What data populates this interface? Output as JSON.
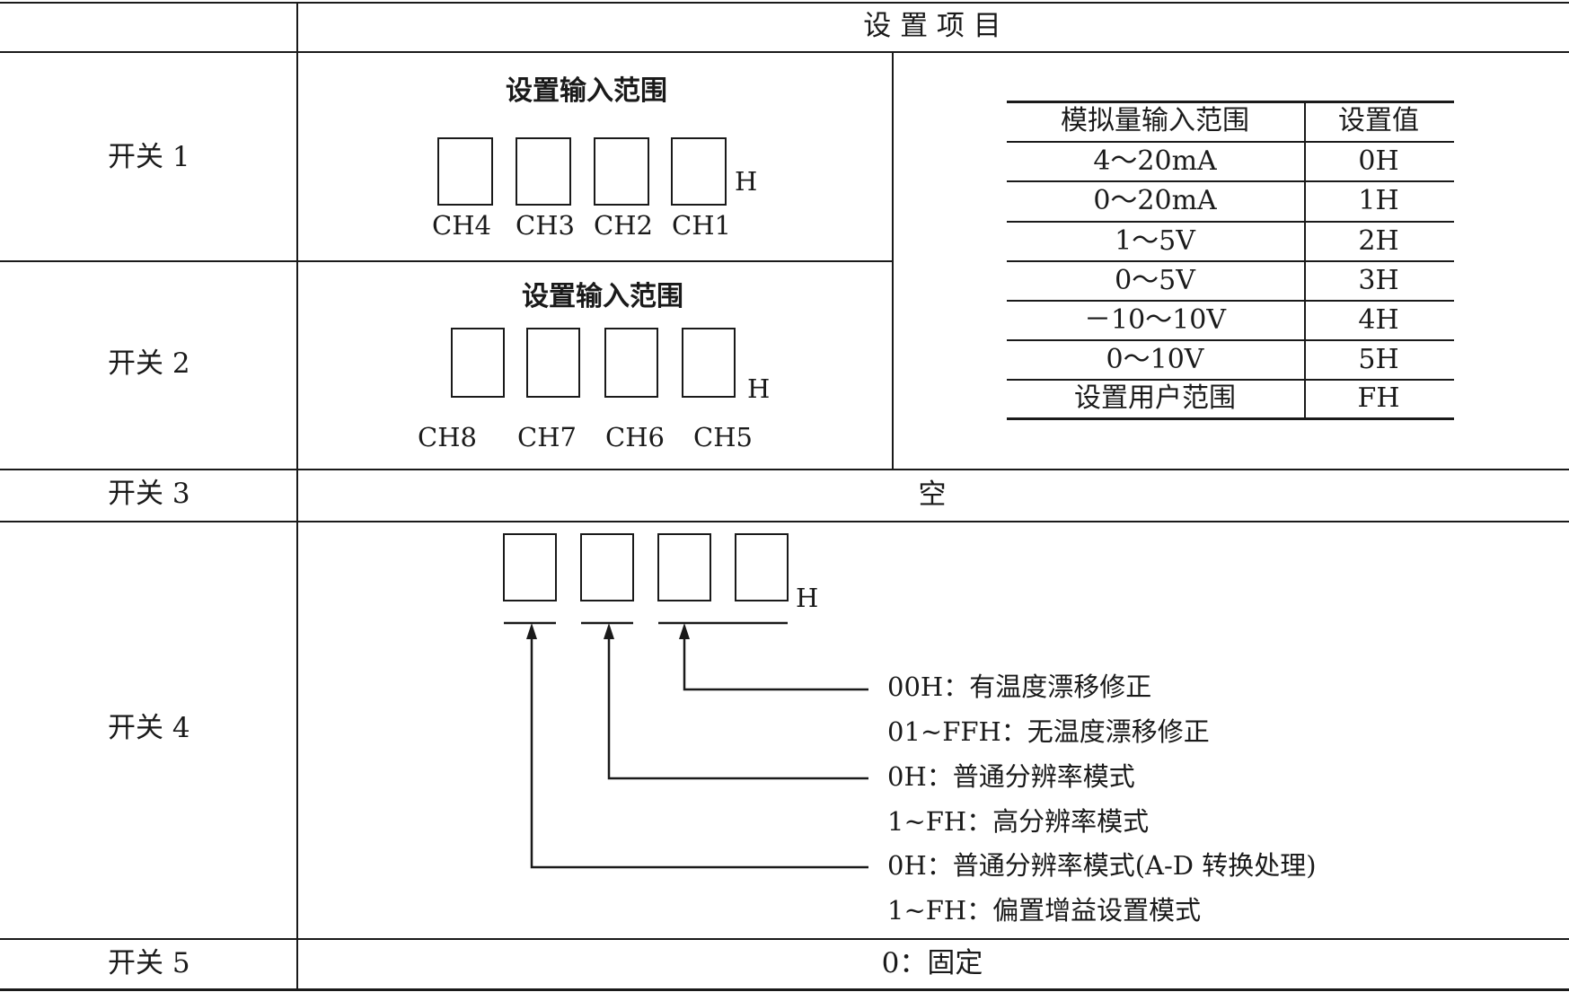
{
  "header": {
    "title": "设 置 项 目"
  },
  "switches": [
    {
      "name": "开关 1"
    },
    {
      "name": "开关 2"
    },
    {
      "name": "开关 3",
      "content": "空"
    },
    {
      "name": "开关 4"
    },
    {
      "name": "开关 5",
      "content": "0：固定"
    }
  ],
  "switch1": {
    "title": "设置输入范围",
    "suffix": "H",
    "channels": [
      "CH4",
      "CH3",
      "CH2",
      "CH1"
    ]
  },
  "switch2": {
    "title": "设置输入范围",
    "suffix": "H",
    "channels": [
      "CH8",
      "CH7",
      "CH6",
      "CH5"
    ]
  },
  "range_table": {
    "headers": [
      "模拟量输入范围",
      "设置值"
    ],
    "rows": [
      [
        "4～20mA",
        "0H"
      ],
      [
        "0～20mA",
        "1H"
      ],
      [
        "1～5V",
        "2H"
      ],
      [
        "0～5V",
        "3H"
      ],
      [
        "－10～10V",
        "4H"
      ],
      [
        "0～10V",
        "5H"
      ],
      [
        "设置用户范围",
        "FH"
      ]
    ]
  },
  "switch4": {
    "suffix": "H",
    "notes": [
      "00H：有温度漂移修正",
      "01~FFH：无温度漂移修正",
      "0H：普通分辨率模式",
      "1~FH：高分辨率模式",
      "0H：普通分辨率模式(A-D 转换处理)",
      "1~FH：偏置增益设置模式"
    ]
  }
}
